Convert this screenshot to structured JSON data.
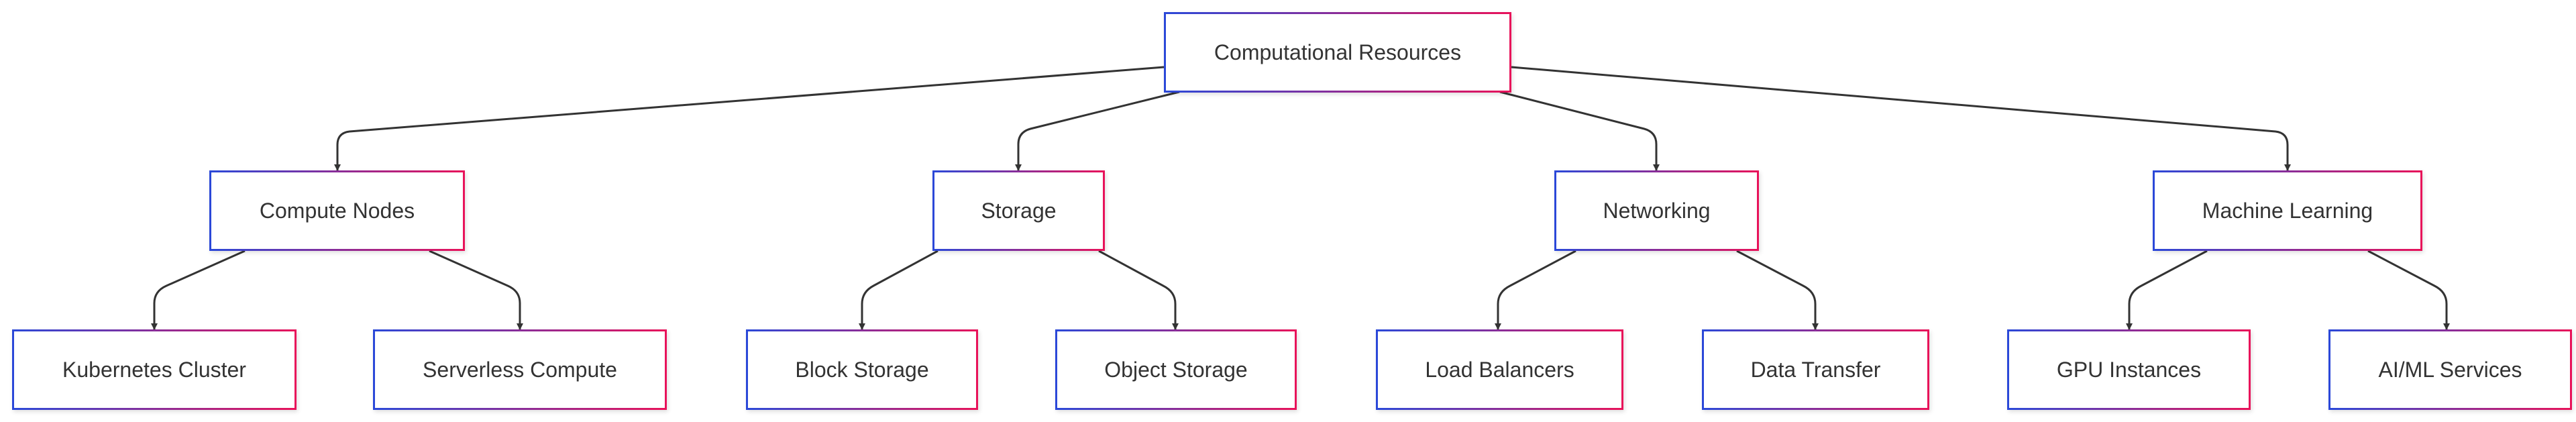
{
  "diagram": {
    "root": {
      "label": "Computational Resources"
    },
    "categories": [
      {
        "label": "Compute Nodes",
        "children": [
          {
            "label": "Kubernetes Cluster"
          },
          {
            "label": "Serverless Compute"
          }
        ]
      },
      {
        "label": "Storage",
        "children": [
          {
            "label": "Block Storage"
          },
          {
            "label": "Object Storage"
          }
        ]
      },
      {
        "label": "Networking",
        "children": [
          {
            "label": "Load Balancers"
          },
          {
            "label": "Data Transfer"
          }
        ]
      },
      {
        "label": "Machine Learning",
        "children": [
          {
            "label": "GPU Instances"
          },
          {
            "label": "AI/ML Services"
          }
        ]
      }
    ],
    "colors": {
      "border_left": "#2b48d8",
      "border_right": "#e8125a",
      "edge": "#333333",
      "text": "#333333"
    }
  }
}
